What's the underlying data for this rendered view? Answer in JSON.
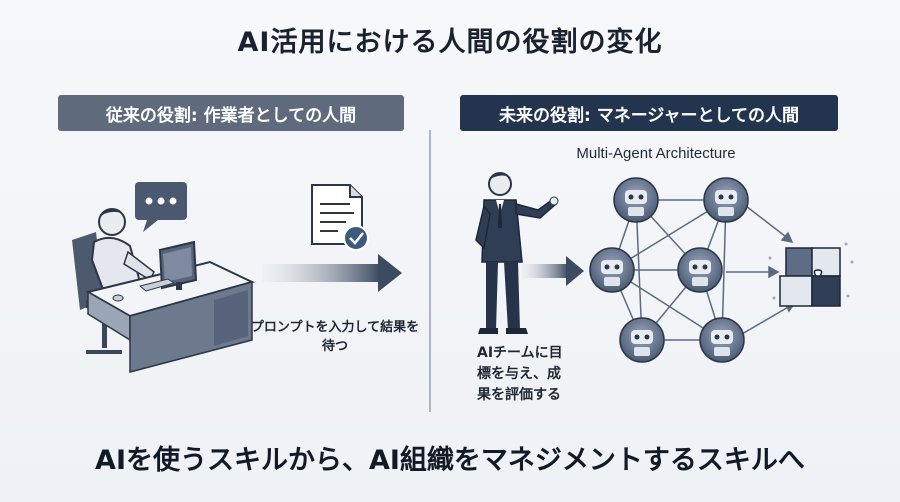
{
  "title": "AI活用における人間の役割の変化",
  "left": {
    "banner": "従来の役割: 作業者としての人間",
    "caption": "プロンプトを入力して結果を待つ"
  },
  "right": {
    "banner": "未来の役割: マネージャーとしての人間",
    "architecture_label": "Multi-Agent Architecture",
    "caption_lines": [
      "AIチームに目",
      "標を与え、成",
      "果を評価する"
    ]
  },
  "bottom_message": "AIを使うスキルから、AI組織をマネジメントするスキルへ",
  "colors": {
    "left_banner": "#5f6b7d",
    "right_banner": "#23344f",
    "accent_check": "#3c5a80"
  }
}
